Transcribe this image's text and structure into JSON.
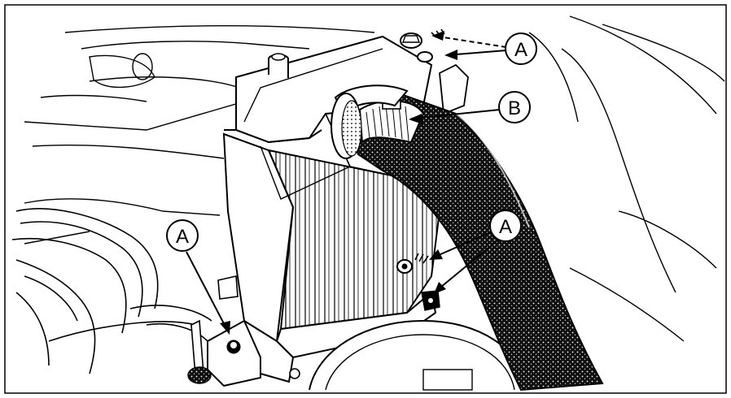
{
  "figure": {
    "callouts": [
      {
        "id": "callout-a-top",
        "label": "A"
      },
      {
        "id": "callout-b",
        "label": "B"
      },
      {
        "id": "callout-a-right",
        "label": "A"
      },
      {
        "id": "callout-a-left",
        "label": "A"
      }
    ],
    "colors": {
      "ink": "#000000",
      "paper": "#ffffff"
    }
  }
}
